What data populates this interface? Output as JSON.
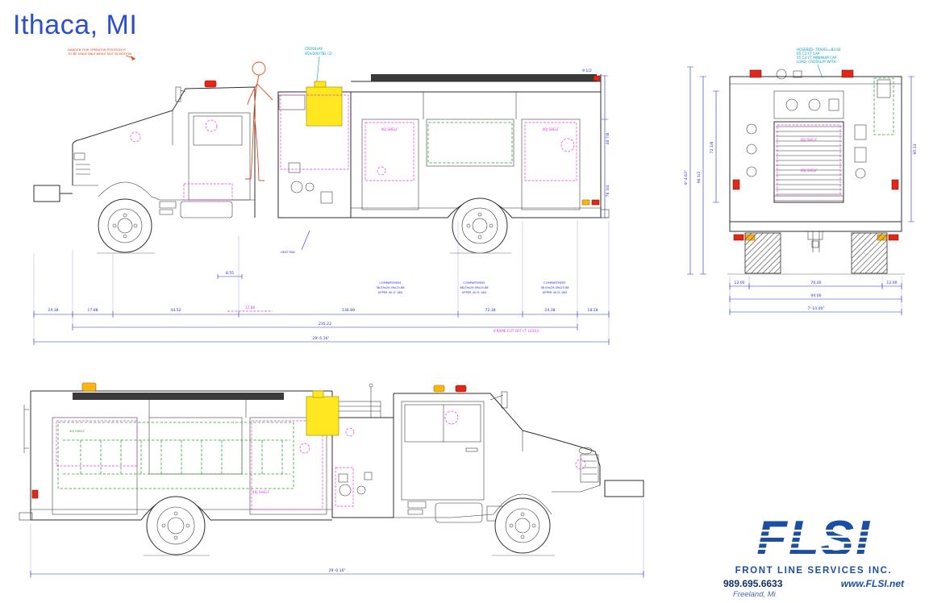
{
  "page": {
    "title": "Ithaca, MI"
  },
  "colors": {
    "title_blue": "#2b50c8",
    "dimension_blue": "#2330cf",
    "magenta": "#e23ae2",
    "green": "#2fa32f",
    "red": "#e03414",
    "cyan": "#0b9cb4",
    "tank_yellow": "#ffe820",
    "logo_blue": "#1b4fa5"
  },
  "drawings": {
    "side_top": {
      "warning1": "DANGER THIS OPERATOR POSITION IS",
      "warning2": "TO BE USED ONLY WHILE NOT IN MOTION",
      "crosslay1": "CROSSLAY-",
      "crosslay2": "95A/200/TBL (2)",
      "heat_pan": "HEAT PAN",
      "shelf_label_1": "40J SHELF",
      "shelf_label_2": "40J SHELF",
      "dims_row1": [
        "24.38",
        "17.88",
        "44.52",
        "136.88",
        "72.38",
        "24.38",
        "18.28"
      ],
      "dim_855": "8.55",
      "dim_magenta": "17.88",
      "overall_in": "235.22",
      "overall_ft": "29'-5.16\"",
      "frame_note": "(FRAME CUT OFF (7' LESS))",
      "height_dims": [
        "9 1/2",
        "46 7/8",
        "76 3/4"
      ],
      "compartment_1": [
        "COMPARTMENT",
        "38.09x29.09x25.88",
        "UPPER 40 IS 16D"
      ],
      "compartment_2": [
        "COMPARTMENT",
        "68.09x29.09x25.88",
        "UPPER 40 IS 16D"
      ],
      "compartment_3": [
        "COMPARTMENT",
        "38.09x29.09x25.88",
        "UPPER 40 IS 16D"
      ]
    },
    "rear": {
      "hosebed_note": [
        "HOSEBED- TRAVEL=83.64",
        "65 CU FT CAP",
        "55 CU FT MINIMUM CAP",
        "LOAD- CROSSLAY WITH"
      ],
      "shelf_label_1": "40J SHELF",
      "shelf_label_2": "40J SHELF",
      "height_dims": [
        "72 1/8",
        "96 1/2",
        "9'-4.63\""
      ],
      "right_height": "95.13",
      "dims_row1": [
        "12.00",
        "70.00",
        "12.00"
      ],
      "overall_in": "94.00",
      "overall_ft": "7'-10.00\""
    },
    "side_bottom": {
      "shelf_label_green": "40J SHELF",
      "shelf_label_magenta": "40J SHELF",
      "overall_ft": "29'-0.16\""
    }
  },
  "footer": {
    "logo": "FLSI",
    "company": "FRONT LINE SERVICES INC.",
    "phone": "989.695.6633",
    "website": "www.FLSI.net",
    "location": "Freeland, Mi"
  }
}
